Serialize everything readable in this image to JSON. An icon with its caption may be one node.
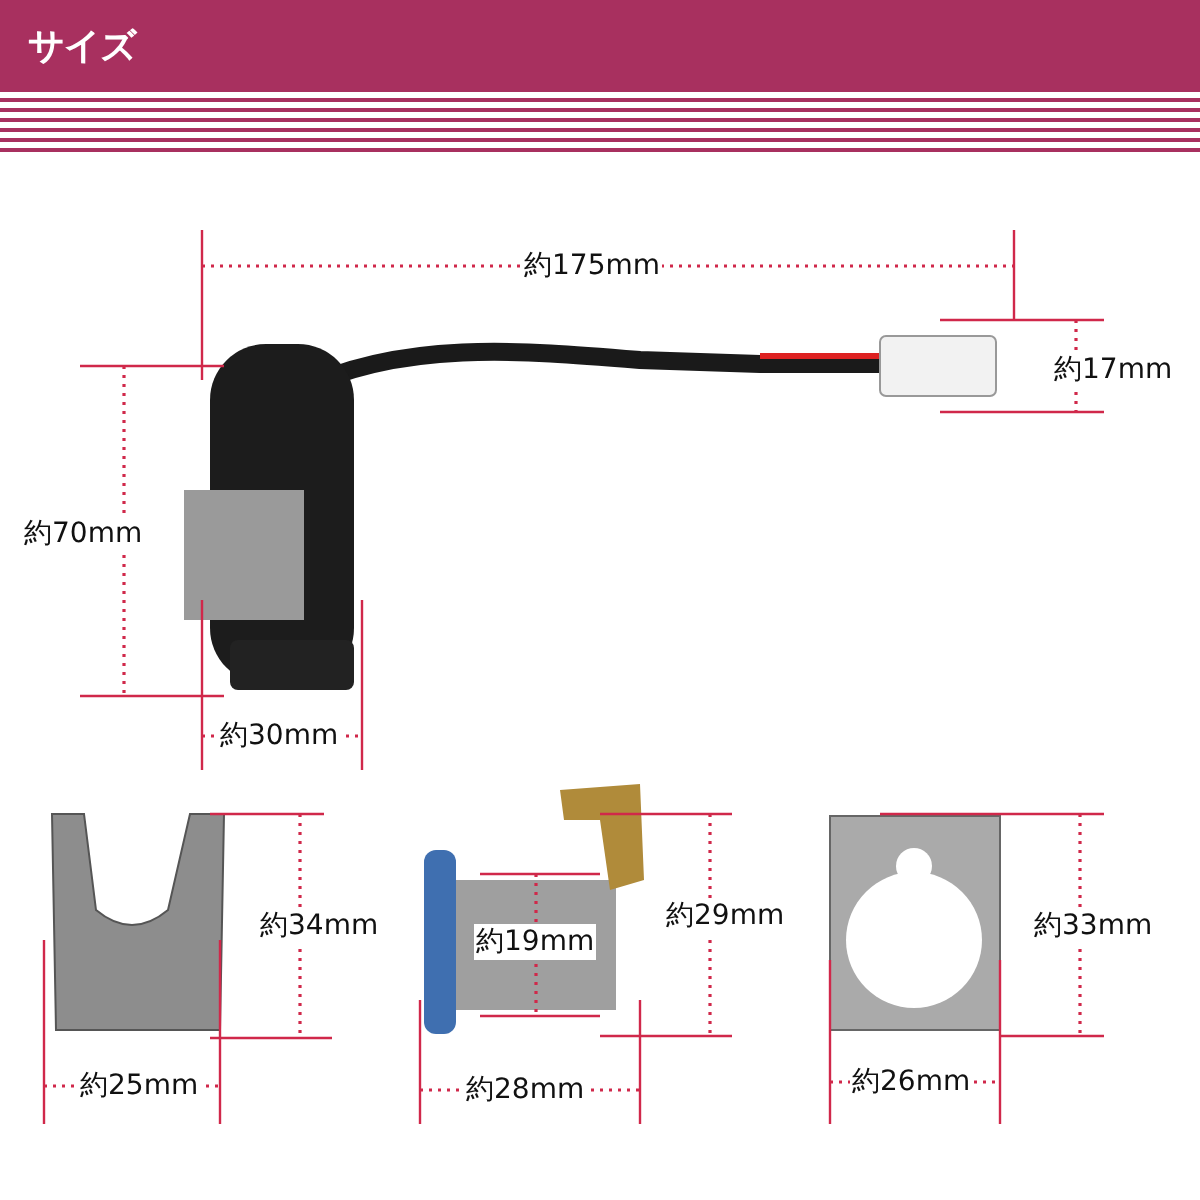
{
  "diagram": {
    "title": "サイズ",
    "labels": [
      "約175mm",
      "約17mm",
      "約70mm",
      "約30mm",
      "約34mm",
      "約19mm",
      "約29mm",
      "約33mm",
      "約25mm",
      "約28mm",
      "約26mm"
    ]
  }
}
